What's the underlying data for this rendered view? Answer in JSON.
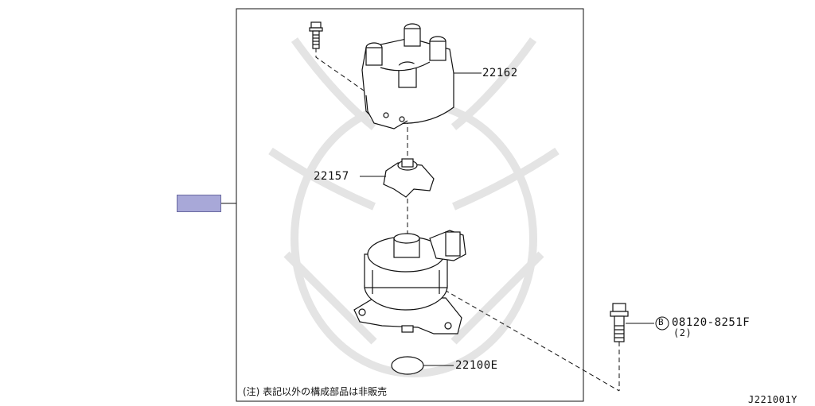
{
  "diagram": {
    "callouts": [
      {
        "id": "cap",
        "part_number": "22162"
      },
      {
        "id": "rotor",
        "part_number": "22157"
      },
      {
        "id": "seal",
        "part_number": "22100E"
      },
      {
        "id": "bolt",
        "part_number": "08120-8251F",
        "marker": "B",
        "quantity": "(2)"
      }
    ],
    "footnote": "(注) 表記以外の構成部品は非販売",
    "drawing_code": "J221001Y"
  },
  "colors": {
    "line": "#111111",
    "hotspot_fill": "#a8a8d8",
    "watermark": "#e6e6e6"
  }
}
